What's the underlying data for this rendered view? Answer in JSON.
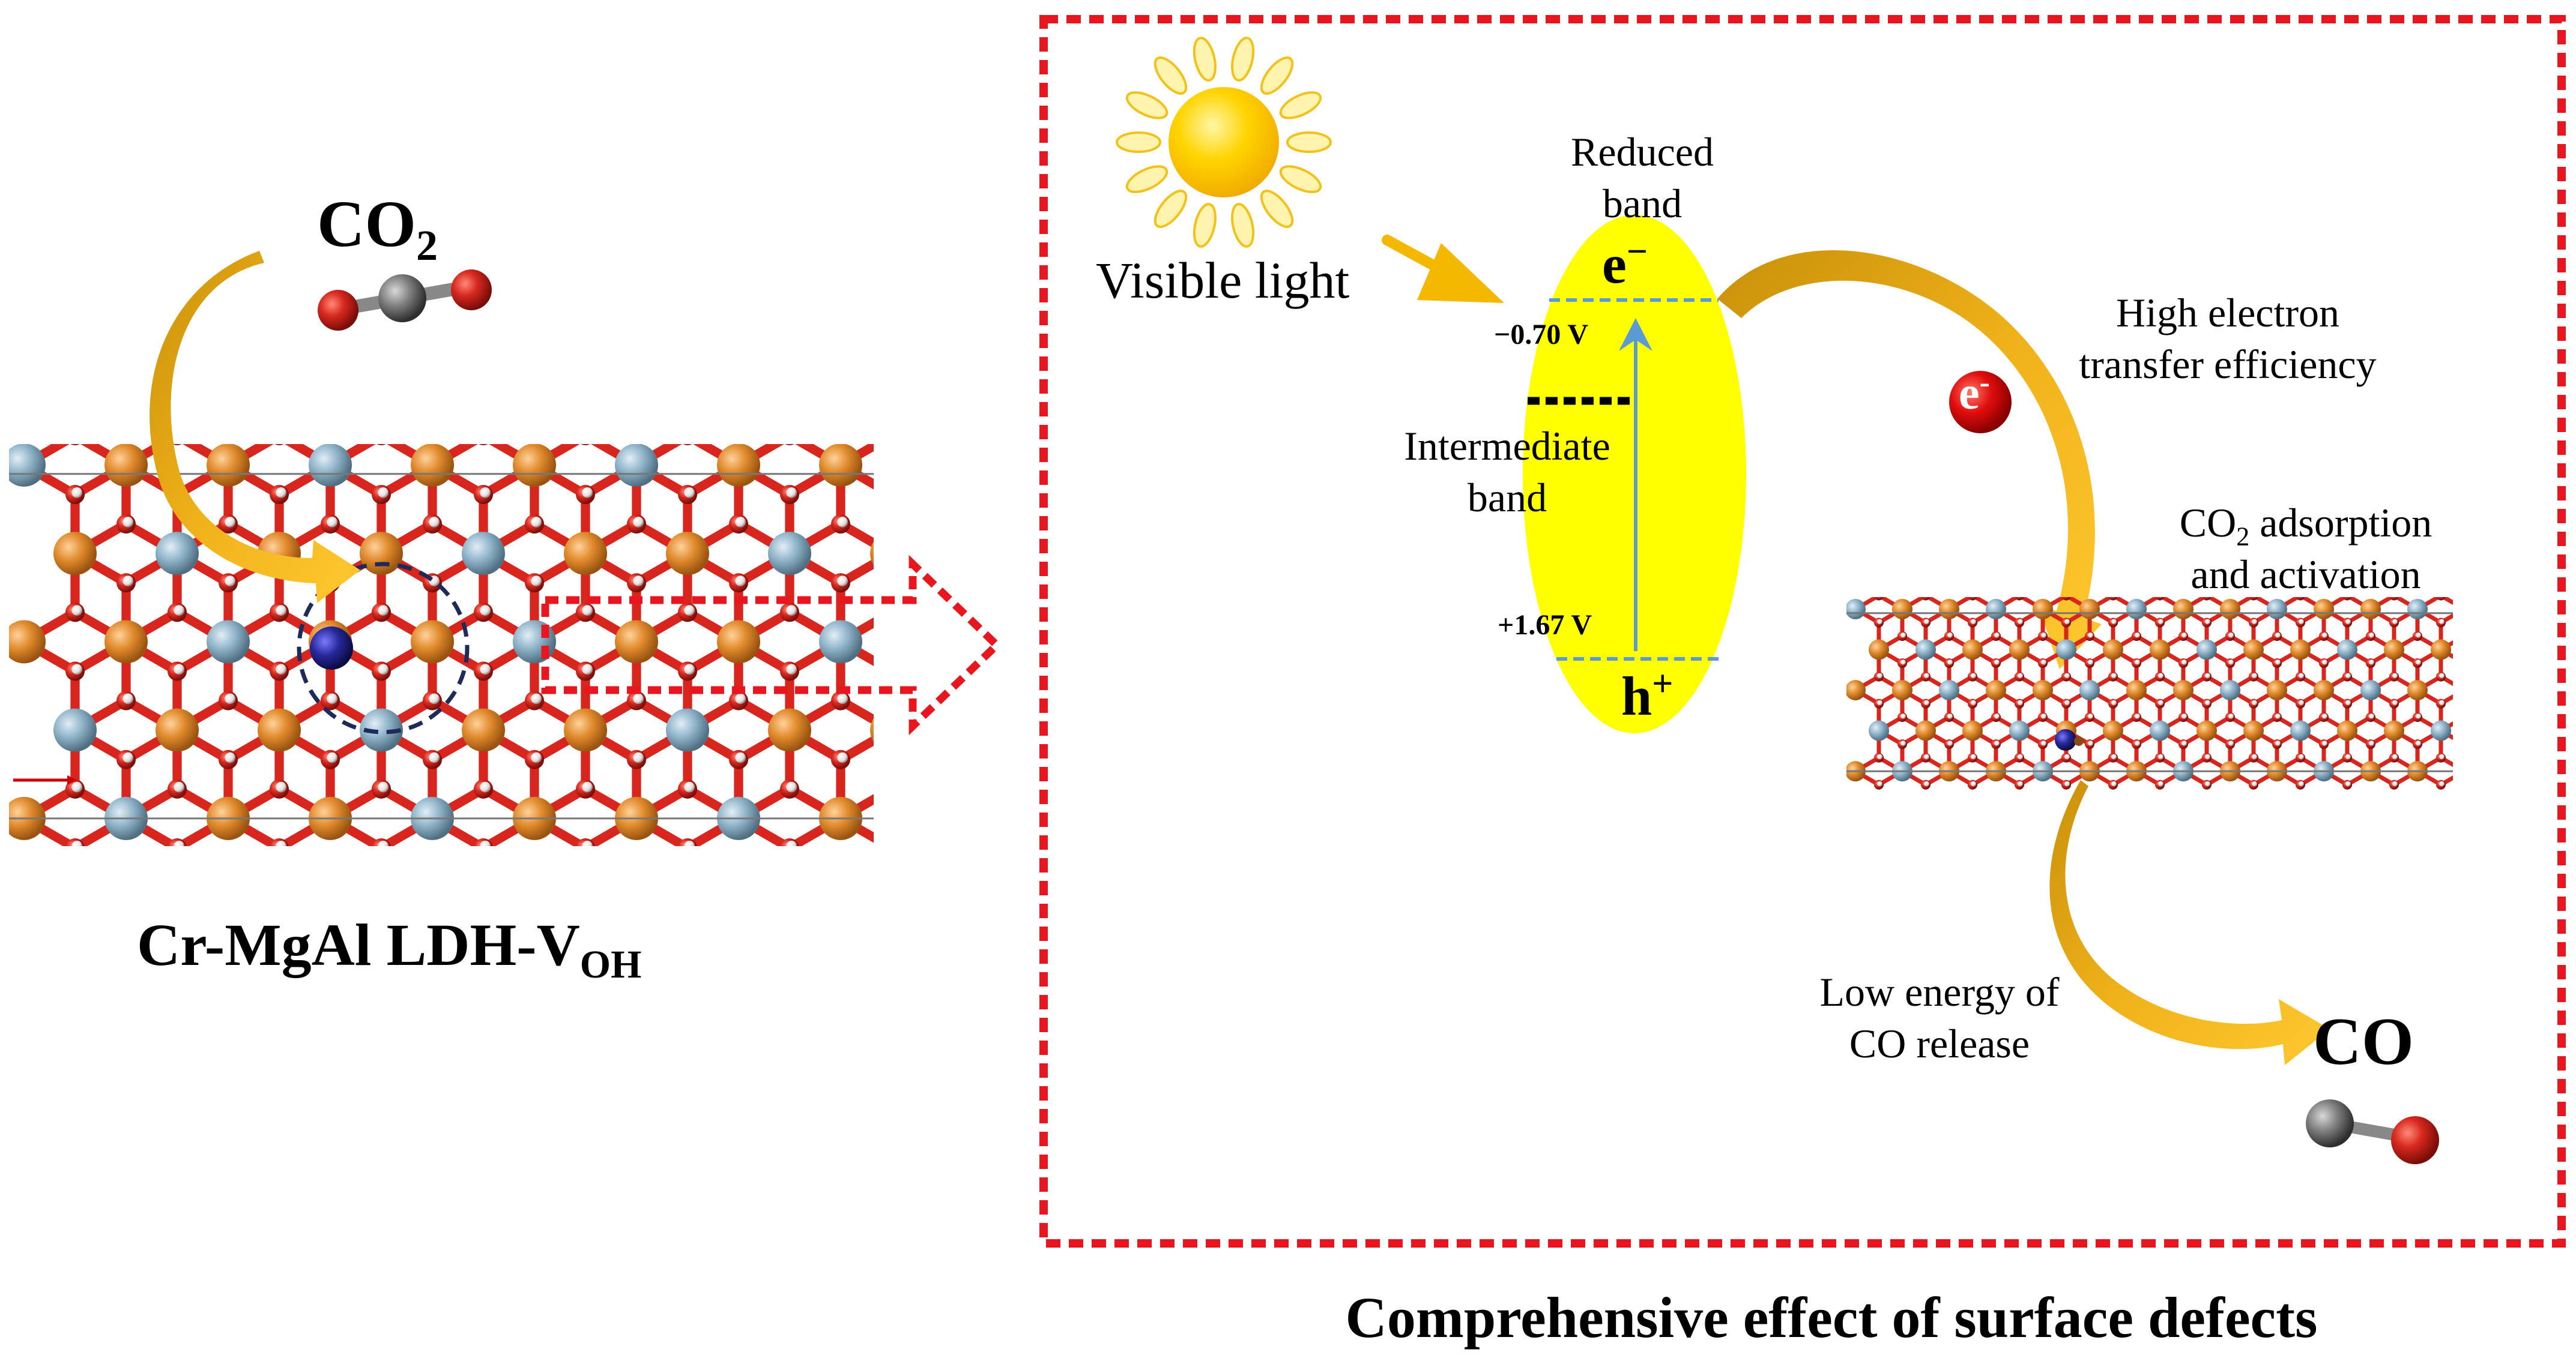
{
  "left": {
    "molecule_label": "CO",
    "molecule_sub": "2",
    "material_label": "Cr-MgAl LDH-V",
    "material_sub": "OH"
  },
  "right": {
    "visible_light": "Visible light",
    "reduced_band_line1": "Reduced",
    "reduced_band_line2": "band",
    "electron": "e",
    "electron_sup": "−",
    "hole": "h",
    "hole_sup": "+",
    "potential_cb": "−0.70 V",
    "potential_vb": "+1.67 V",
    "intermediate_line1": "Intermediate",
    "intermediate_line2": "band",
    "transfer_line1": "High electron",
    "transfer_line2": "transfer efficiency",
    "electron_ball": "e",
    "electron_ball_sup": "-",
    "adsorption_line1_a": "CO",
    "adsorption_line1_sub": "2",
    "adsorption_line1_b": " adsorption",
    "adsorption_line2": "and activation",
    "release_line1": "Low energy of",
    "release_line2": "CO release",
    "product": "CO"
  },
  "caption": "Comprehensive effect of surface defects",
  "colors": {
    "frame_red": "#e8171f",
    "arrow_gold": "#e8a90a",
    "ellipse_yellow": "#ffff00",
    "band_line_blue": "#5b9bd5",
    "oxygen_red": "#d42a20",
    "metal_orange": "#e08a2c",
    "aluminum_blue": "#8fb3c9",
    "chromium_navy": "#28289a",
    "carbon_gray": "#7a7a7a"
  }
}
